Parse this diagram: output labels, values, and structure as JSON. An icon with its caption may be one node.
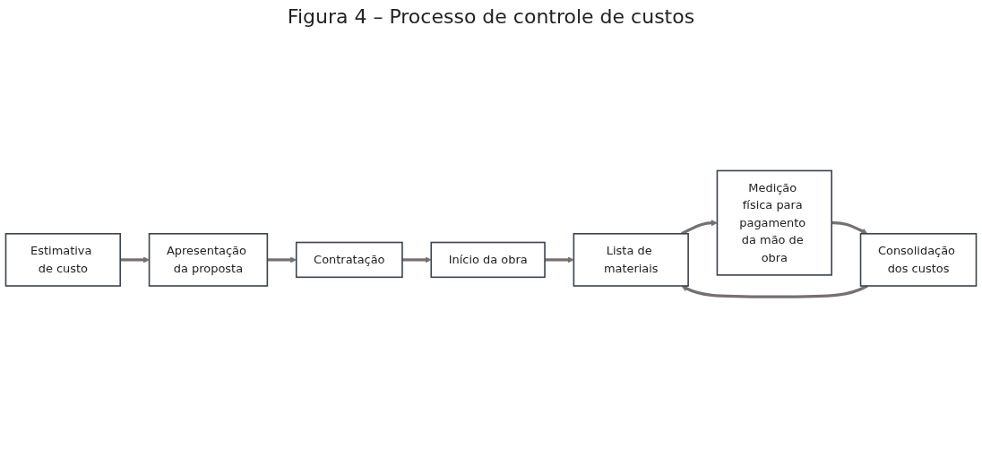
{
  "diagram": {
    "title": "Figura 4 – Processo de controle de custos",
    "nodes": [
      {
        "text": [
          "Estimativa de custo"
        ]
      },
      {
        "text": [
          "Apresentação da proposta"
        ]
      },
      {
        "text": [
          "Contratação"
        ]
      },
      {
        "text": [
          "Início da obra"
        ]
      },
      {
        "text": [
          "Lista de materiais"
        ]
      },
      {
        "text": [
          "Medição física para pagamento da mão de obra"
        ]
      },
      {
        "text": [
          "Consolidação dos custos"
        ]
      }
    ],
    "edges": [
      {
        "from": 0,
        "to": 1,
        "arrow": "to"
      },
      {
        "from": 1,
        "to": 2,
        "arrow": "to"
      },
      {
        "from": 2,
        "to": 3,
        "arrow": "to"
      },
      {
        "from": 3,
        "to": 4,
        "arrow": "to"
      },
      {
        "from": 4,
        "to": 5,
        "arrow": "to"
      },
      {
        "from": 5,
        "to": 6,
        "arrow": "to"
      },
      {
        "from": 6,
        "to": 4,
        "arrow": "to"
      }
    ]
  }
}
